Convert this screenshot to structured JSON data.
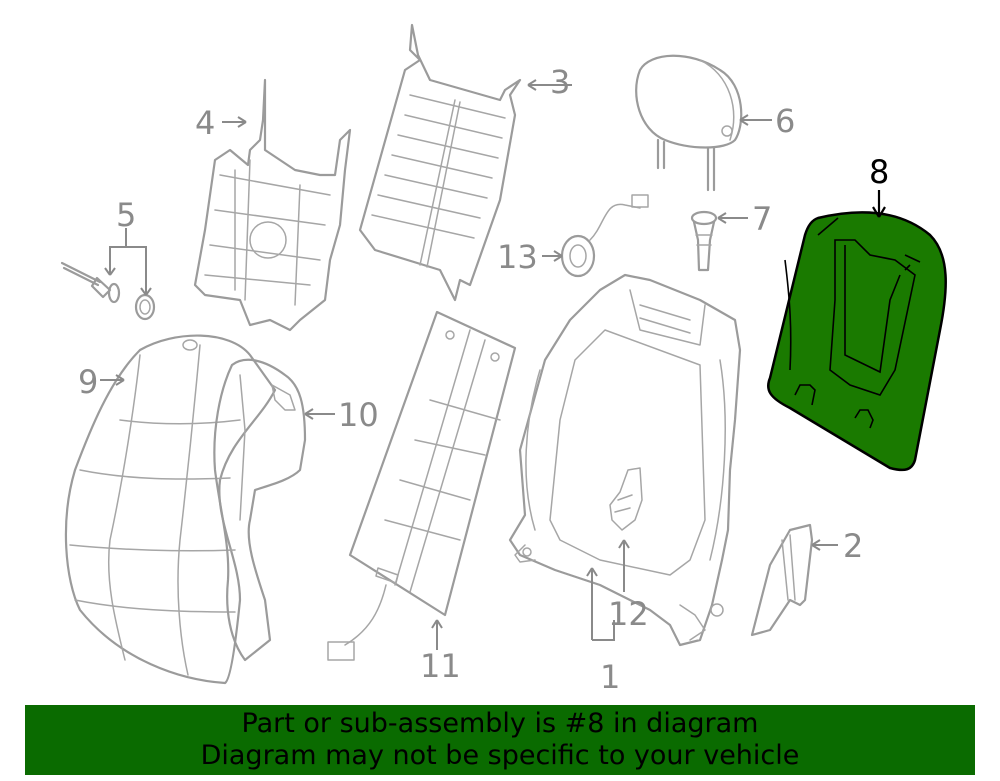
{
  "callouts": {
    "c1": "1",
    "c2": "2",
    "c3": "3",
    "c4": "4",
    "c5": "5",
    "c6": "6",
    "c7": "7",
    "c8": "8",
    "c9": "9",
    "c10": "10",
    "c11": "11",
    "c12": "12",
    "c13": "13"
  },
  "highlight": {
    "part_number": "8",
    "fill_color": "#1a7a00",
    "outline_color": "#000000"
  },
  "colors": {
    "line_art": "#9b9b9b",
    "banner_bg": "#0a6b00"
  },
  "banner": {
    "line1": "Part or sub-assembly is #8 in diagram",
    "line2": "Diagram may not be specific to your vehicle"
  }
}
